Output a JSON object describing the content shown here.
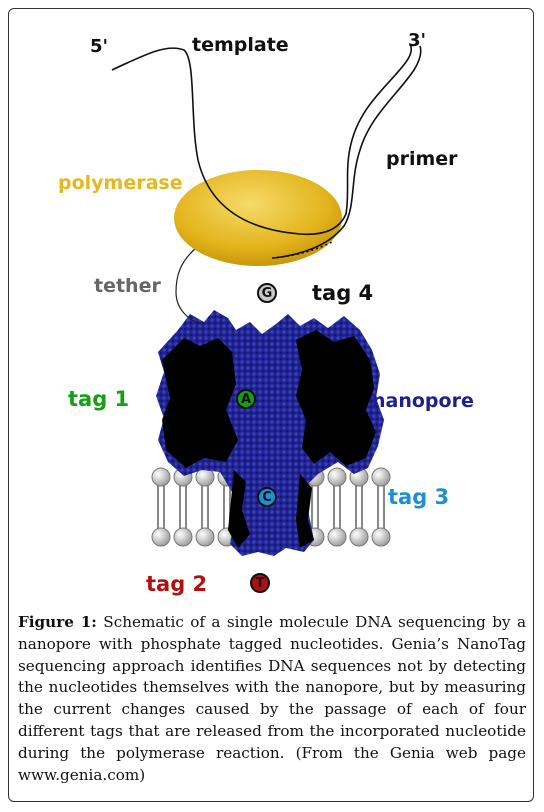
{
  "figure": {
    "labels": {
      "five_prime": "5'",
      "three_prime": "3'",
      "template": "template",
      "primer": "primer",
      "polymerase": "polymerase",
      "tether": "tether",
      "nanopore": "nanopore",
      "tag1": "tag 1",
      "tag2": "tag 2",
      "tag3": "tag 3",
      "tag4": "tag 4"
    },
    "nucleotides": {
      "g": "G",
      "a": "A",
      "c": "C",
      "t": "T"
    },
    "colors": {
      "polymerase": "#e6b820",
      "nanopore": "#1c1f8c",
      "tag1": "#14a014",
      "tag2": "#b01010",
      "tag3": "#1e8fd0",
      "tag4": "#111111",
      "tether": "#666666"
    }
  },
  "caption": {
    "label": "Figure 1:",
    "text": " Schematic of a single molecule DNA sequencing by a nanopore with phosphate tagged nucleotides. Genia’s NanoTag sequencing approach identifies DNA sequences not by detecting the nucleotides themselves with the nanopore, but by measuring the current changes caused by the passage of each of four different tags that are released from the incorporated nucleotide during the polymerase reaction. (From the Genia web page www.genia.com)"
  }
}
